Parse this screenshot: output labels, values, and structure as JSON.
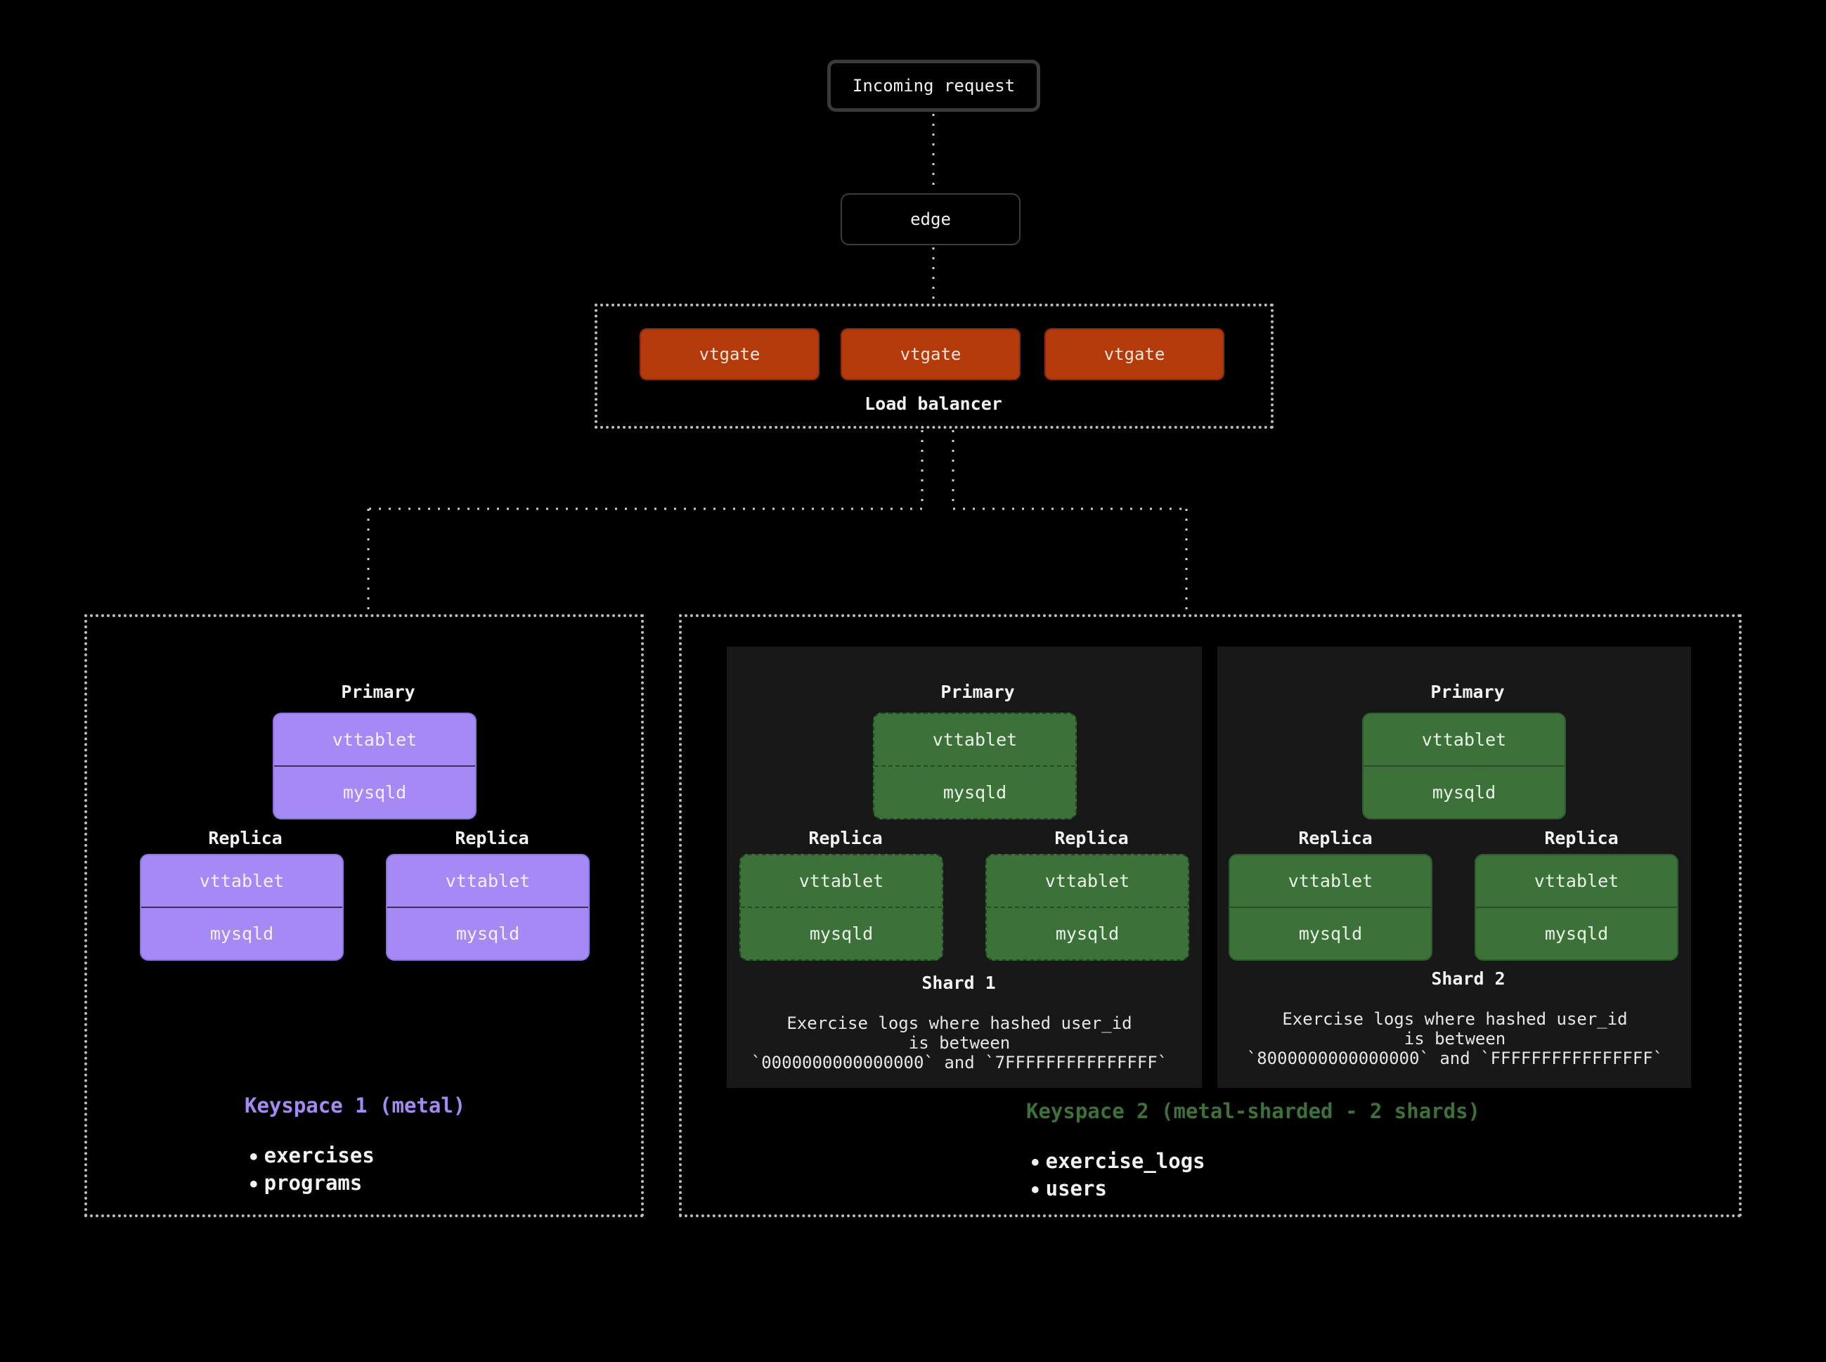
{
  "request": {
    "label": "Incoming request"
  },
  "edge": {
    "label": "edge"
  },
  "load_balancer": {
    "label": "Load balancer",
    "vtgates": [
      "vtgate",
      "vtgate",
      "vtgate"
    ],
    "color": "#b33a0b"
  },
  "keyspace1": {
    "title": "Keyspace 1 (metal)",
    "color": "#a58af6",
    "primary": {
      "role": "Primary",
      "top": "vttablet",
      "bottom": "mysqld"
    },
    "replicas": [
      {
        "role": "Replica",
        "top": "vttablet",
        "bottom": "mysqld"
      },
      {
        "role": "Replica",
        "top": "vttablet",
        "bottom": "mysqld"
      }
    ],
    "tables": [
      "exercises",
      "programs"
    ]
  },
  "keyspace2": {
    "title": "Keyspace 2 (metal-sharded - 2 shards)",
    "color": "#3c7239",
    "shards": [
      {
        "name": "Shard 1",
        "desc": "Exercise logs where hashed user_id\nis between\n`0000000000000000` and `7FFFFFFFFFFFFFFF`",
        "primary": {
          "role": "Primary",
          "top": "vttablet",
          "bottom": "mysqld"
        },
        "replicas": [
          {
            "role": "Replica",
            "top": "vttablet",
            "bottom": "mysqld"
          },
          {
            "role": "Replica",
            "top": "vttablet",
            "bottom": "mysqld"
          }
        ]
      },
      {
        "name": "Shard 2",
        "desc": "Exercise logs where hashed user_id\nis between\n`8000000000000000` and `FFFFFFFFFFFFFFFF`",
        "primary": {
          "role": "Primary",
          "top": "vttablet",
          "bottom": "mysqld"
        },
        "replicas": [
          {
            "role": "Replica",
            "top": "vttablet",
            "bottom": "mysqld"
          },
          {
            "role": "Replica",
            "top": "vttablet",
            "bottom": "mysqld"
          }
        ]
      }
    ],
    "tables": [
      "exercise_logs",
      "users"
    ]
  }
}
